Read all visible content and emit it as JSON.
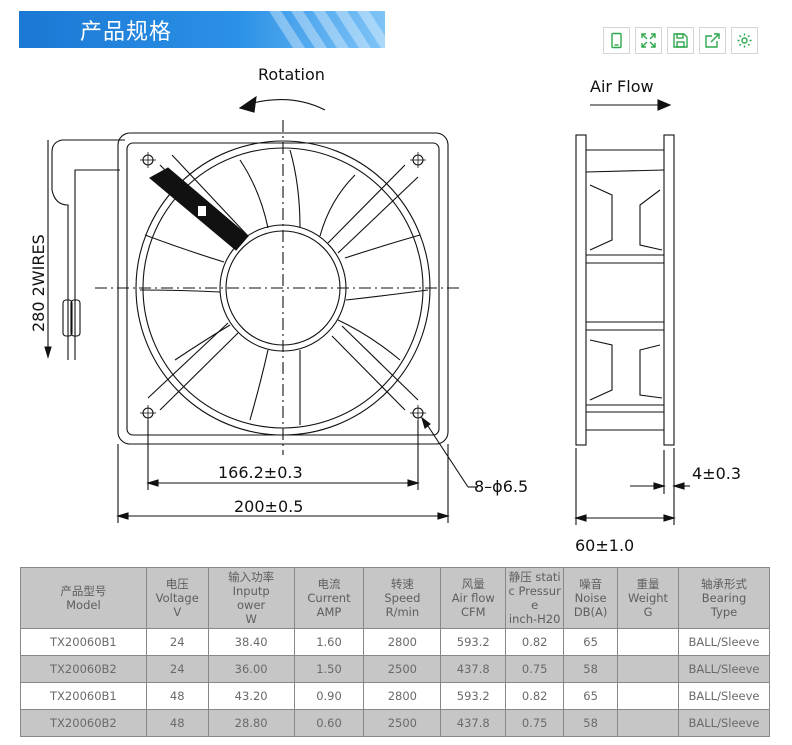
{
  "header": {
    "title": "产品规格"
  },
  "toolbar": {
    "buttons": [
      {
        "name": "mobile-icon"
      },
      {
        "name": "fullscreen-icon"
      },
      {
        "name": "save-icon"
      },
      {
        "name": "share-icon"
      },
      {
        "name": "settings-icon"
      }
    ],
    "accent_color": "#2ea74c"
  },
  "drawing": {
    "rotation_label": "Rotation",
    "airflow_label": "Air Flow",
    "wires_label": "280 2WIRES",
    "dim_hole_spacing": "166.2±0.3",
    "dim_width": "200±0.5",
    "dim_hole_dia": "8–ϕ6.5",
    "dim_flange": "4±0.3",
    "dim_depth": "60±1.0"
  },
  "table": {
    "headers": [
      "产品型号\nModel",
      "电压\nVoltage\nV",
      "输入功率Inputp\nower\nW",
      "电流\nCurrent\nAMP",
      "转速\nSpeed\nR/min",
      "风量\nAir flow\nCFM",
      "静压 stati\nc Pressur\ne\ninch-H20",
      "噪音\nNoise\nDB(A)",
      "重量\nWeight\nG",
      "轴承形式\nBearing\nType"
    ],
    "rows": [
      [
        "TX20060B1",
        "24",
        "38.40",
        "1.60",
        "2800",
        "593.2",
        "0.82",
        "65",
        "",
        "BALL/Sleeve"
      ],
      [
        "TX20060B2",
        "24",
        "36.00",
        "1.50",
        "2500",
        "437.8",
        "0.75",
        "58",
        "",
        "BALL/Sleeve"
      ],
      [
        "TX20060B1",
        "48",
        "43.20",
        "0.90",
        "2800",
        "593.2",
        "0.82",
        "65",
        "",
        "BALL/Sleeve"
      ],
      [
        "TX20060B2",
        "48",
        "28.80",
        "0.60",
        "2500",
        "437.8",
        "0.75",
        "58",
        "",
        "BALL/Sleeve"
      ]
    ]
  },
  "colors": {
    "banner_blue": "#1a7fd9",
    "table_header_bg": "#c6c6c6"
  }
}
